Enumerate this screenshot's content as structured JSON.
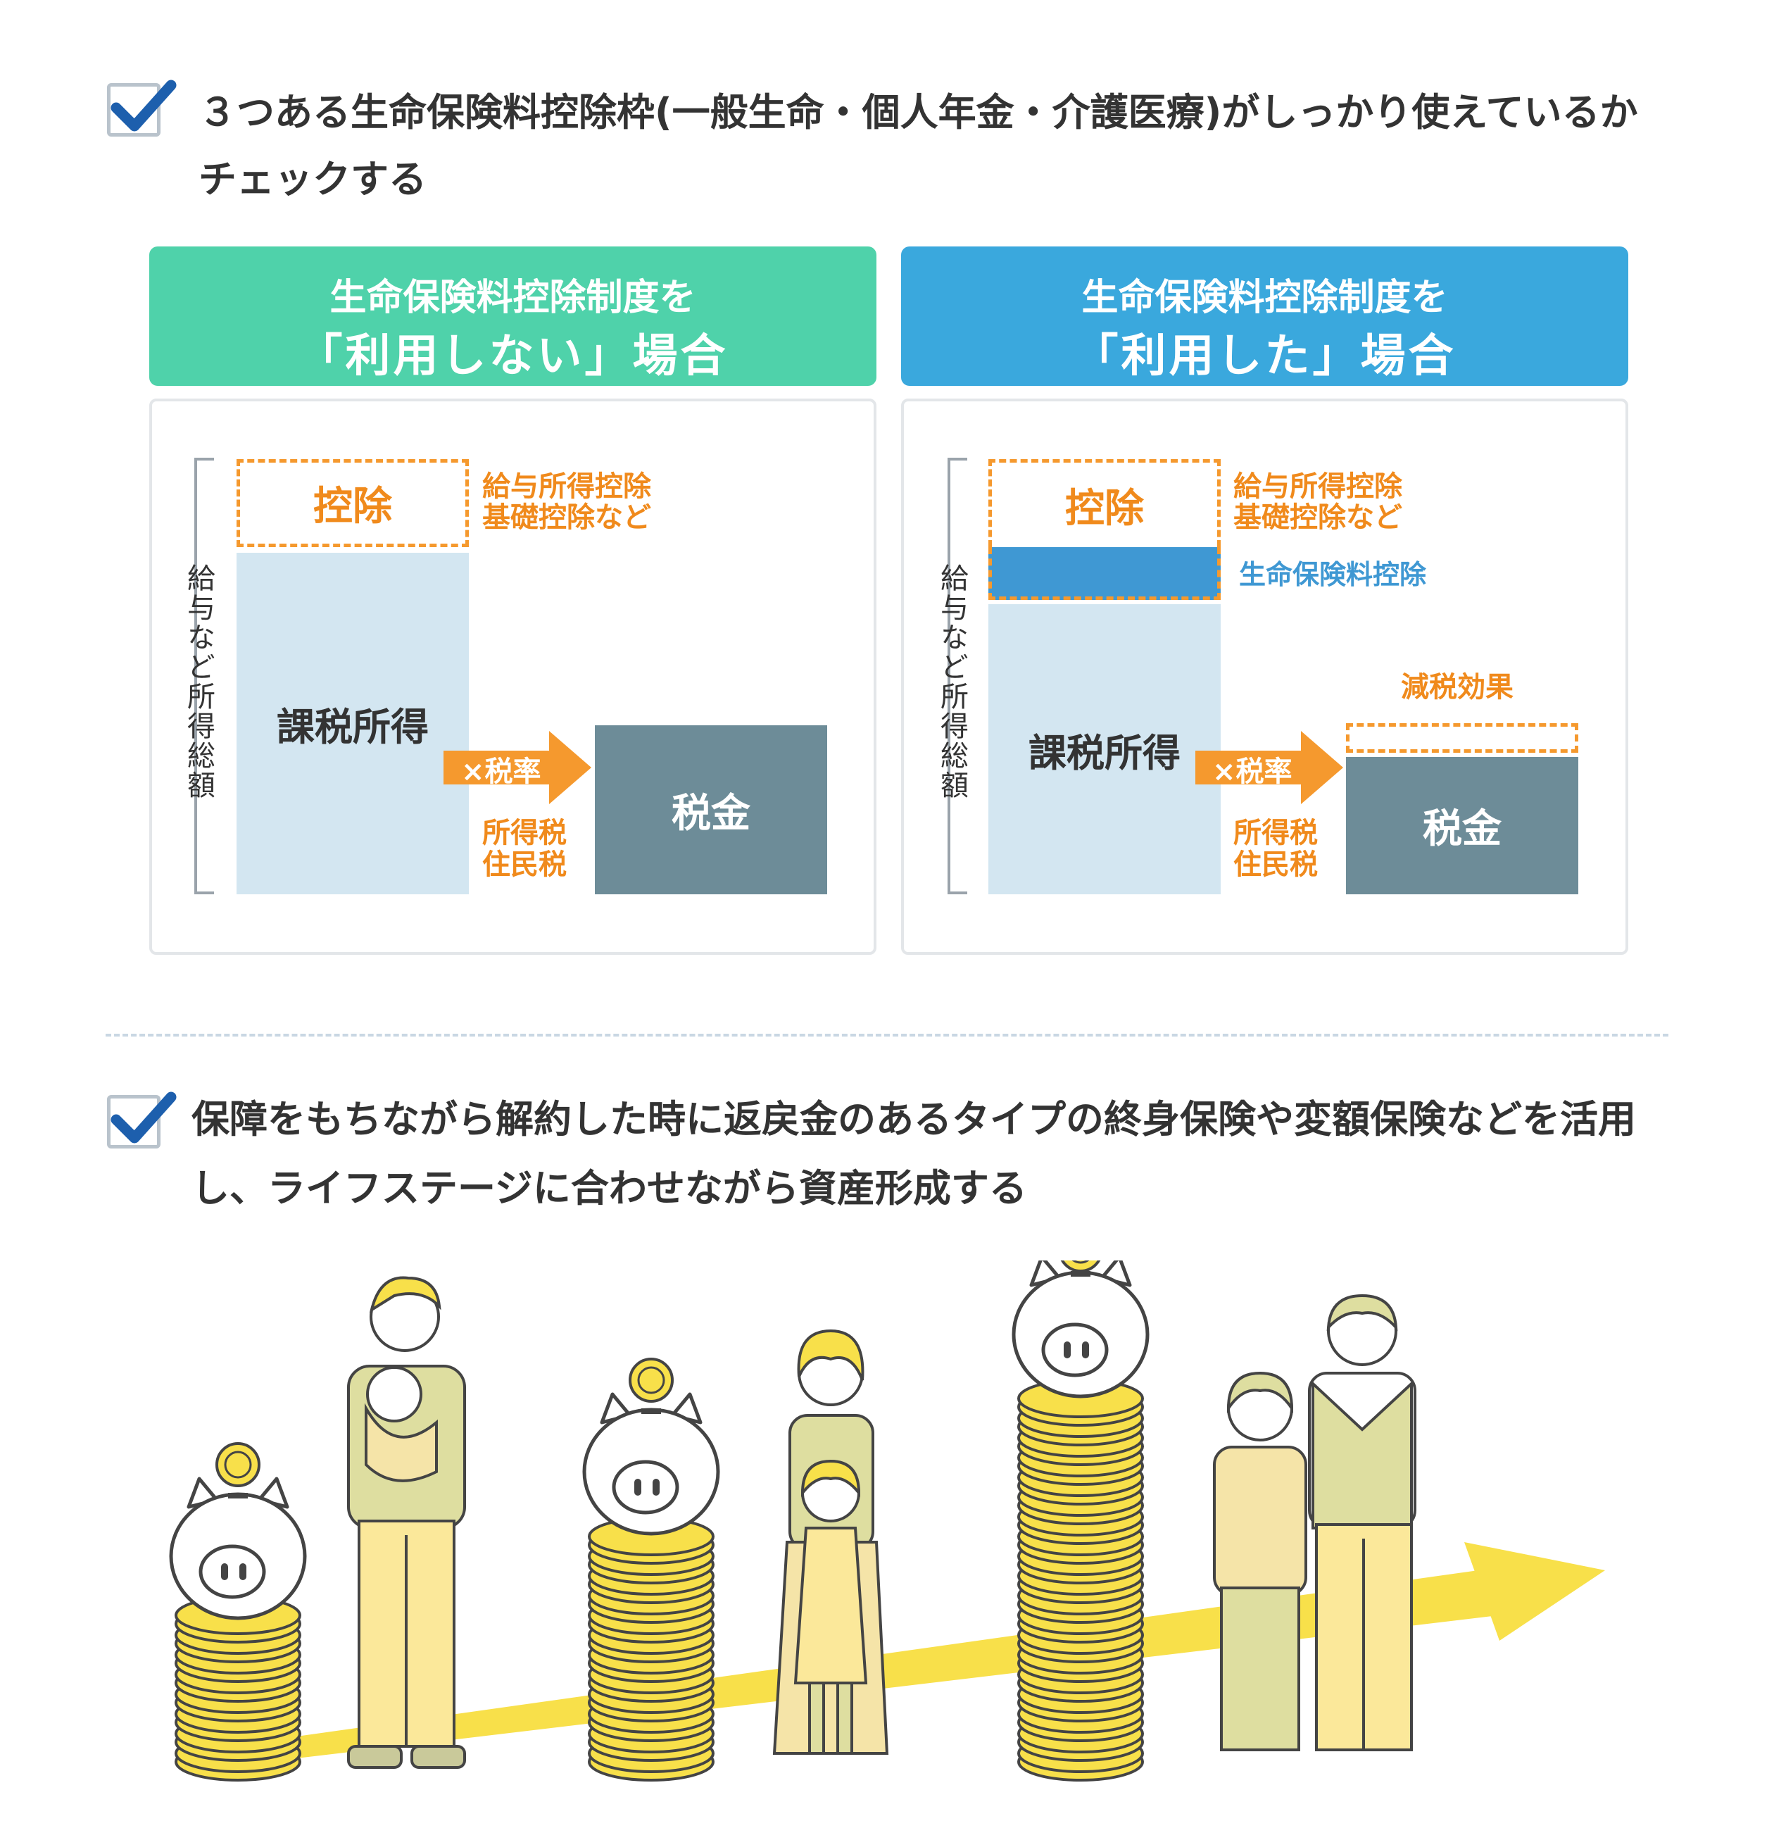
{
  "item1": {
    "line1": "３つある生命保険料控除枠(一般生命・個人年金・介護医療)がしっかり使えているか",
    "line2": "チェックする"
  },
  "left_panel": {
    "header_line1": "生命保険料控除制度を",
    "header_line2": "「利用しない」場合",
    "deduction": "控除",
    "deduction_note_1": "給与所得控除",
    "deduction_note_2": "基礎控除など",
    "vertical_label": "給与など所得総額",
    "taxable_income": "課税所得",
    "rate_label": "×税率",
    "tax_types_1": "所得税",
    "tax_types_2": "住民税",
    "tax": "税金"
  },
  "right_panel": {
    "header_line1": "生命保険料控除制度を",
    "header_line2": "「利用した」場合",
    "deduction": "控除",
    "deduction_note_1": "給与所得控除",
    "deduction_note_2": "基礎控除など",
    "life_insurance_deduction": "生命保険料控除",
    "vertical_label": "給与など所得総額",
    "taxable_income": "課税所得",
    "rate_label": "×税率",
    "tax_types_1": "所得税",
    "tax_types_2": "住民税",
    "tax_reduction": "減税効果",
    "tax": "税金"
  },
  "item2": {
    "line1": "保障をもちながら解約した時に返戻金のあるタイプの終身保険や変額保険などを活用",
    "line2": "し、ライフステージに合わせながら資産形成する"
  },
  "colors": {
    "green_header": "#4fd2aa",
    "blue_header": "#3aa8dd",
    "orange": "#f5992e",
    "taxable_fill": "#d3e6f1",
    "tax_fill": "#6d8c98",
    "coin_yellow": "#f8e04a",
    "check_blue": "#1d5fad"
  },
  "illustration": {
    "stages": [
      "piggy-small",
      "father-baby",
      "piggy-medium",
      "mother-child",
      "piggy-large",
      "elderly-couple"
    ]
  }
}
